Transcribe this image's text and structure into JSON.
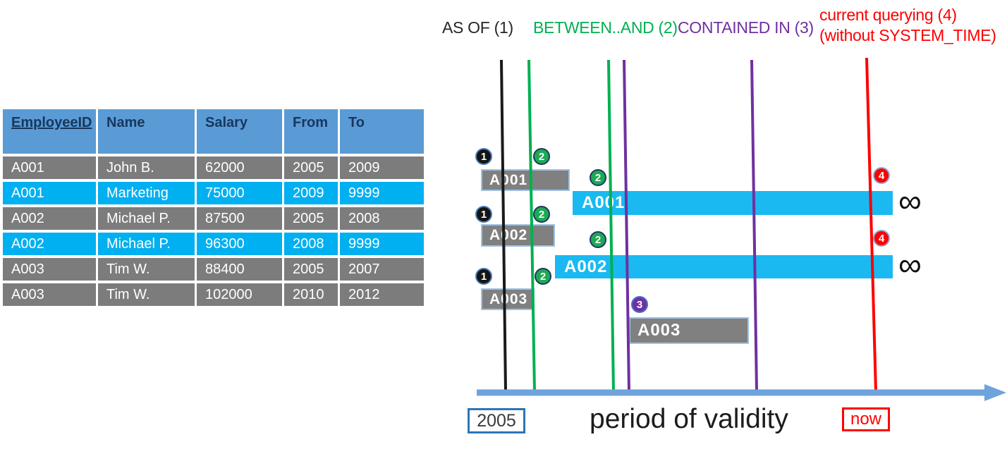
{
  "legend": {
    "as_of": "AS OF (1)",
    "between_and": "BETWEEN..AND (2)",
    "contained_in": "CONTAINED IN (3)",
    "current_querying_line1": "current querying (4)",
    "current_querying_line2": "(without SYSTEM_TIME)"
  },
  "table": {
    "headers": [
      "EmployeeID",
      "Name",
      "Salary",
      "From",
      "To"
    ],
    "rows": [
      {
        "cells": [
          "A001",
          "John B.",
          "62000",
          "2005",
          "2009"
        ],
        "highlight": "gray"
      },
      {
        "cells": [
          "A001",
          "Marketing",
          "75000",
          "2009",
          "9999"
        ],
        "highlight": "blue"
      },
      {
        "cells": [
          "A002",
          "Michael P.",
          "87500",
          "2005",
          "2008"
        ],
        "highlight": "gray"
      },
      {
        "cells": [
          "A002",
          "Michael P.",
          "96300",
          "2008",
          "9999"
        ],
        "highlight": "blue"
      },
      {
        "cells": [
          "A003",
          "Tim W.",
          "88400",
          "2005",
          "2007"
        ],
        "highlight": "gray"
      },
      {
        "cells": [
          "A003",
          "Tim W.",
          "102000",
          "2010",
          "2012"
        ],
        "highlight": "gray"
      }
    ]
  },
  "timeline": {
    "bars": [
      {
        "label": "A001",
        "style": "gray-history"
      },
      {
        "label": "A001",
        "style": "blue-current"
      },
      {
        "label": "A002",
        "style": "gray-history"
      },
      {
        "label": "A002",
        "style": "blue-current"
      },
      {
        "label": "A003",
        "style": "gray-history"
      },
      {
        "label": "A003",
        "style": "gray-history"
      }
    ],
    "badges": [
      "1",
      "2",
      "2",
      "1",
      "2",
      "2",
      "1",
      "2",
      "3",
      "4",
      "4"
    ],
    "infinity": "∞"
  },
  "axis": {
    "start_label": "2005",
    "title": "period of validity",
    "end_label": "now"
  },
  "colors": {
    "header_blue": "#5B9BD5",
    "row_gray": "#7C7C7C",
    "row_blue": "#00B0F0",
    "bar_gray": "#808080",
    "bar_blue": "#1BB9F1",
    "as_of_black": "#262626",
    "between_green": "#00B050",
    "contained_purple": "#7030A0",
    "current_red": "#FE0000",
    "axis_blue": "#6FA3DC"
  }
}
